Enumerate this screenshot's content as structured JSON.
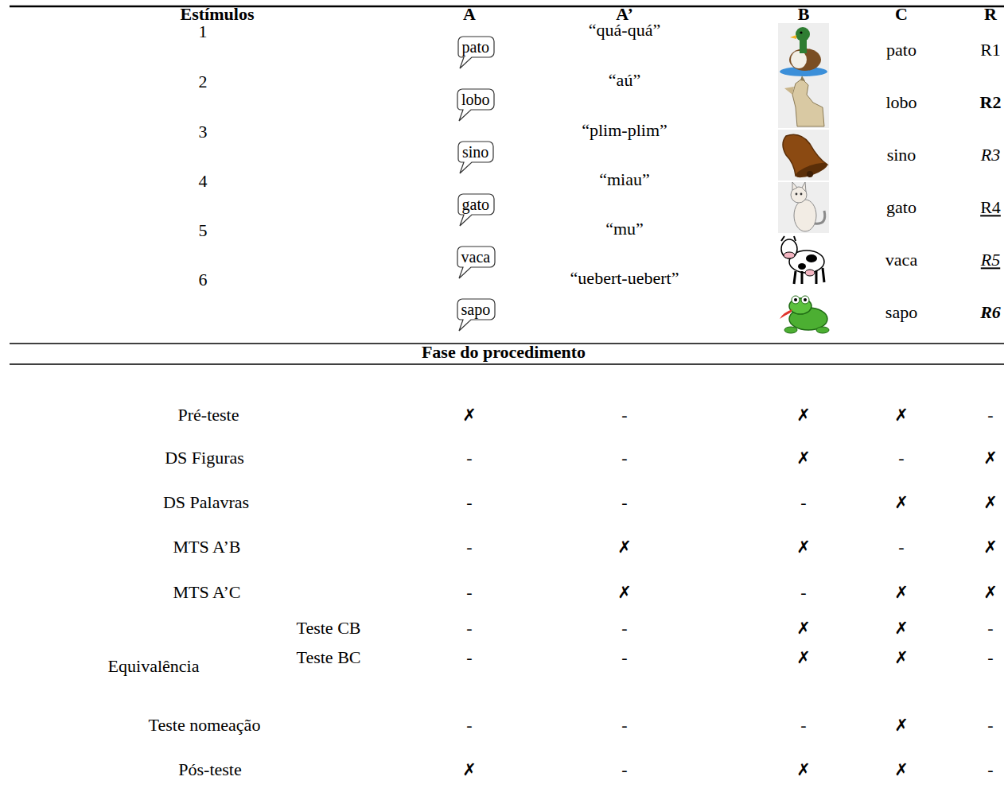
{
  "diagram": {
    "nodes": [
      {
        "text": [
          "pato"
        ]
      },
      {
        "text": [
          "lobo"
        ]
      },
      {
        "text": [
          "sino"
        ]
      },
      {
        "text": [
          "gato"
        ]
      },
      {
        "text": [
          "vaca"
        ]
      },
      {
        "text": [
          "sapo"
        ]
      }
    ],
    "labels": [
      "Estímulos",
      "A",
      "A’",
      "B",
      "C",
      "R",
      "1",
      "“quá-quá”",
      "pato",
      "R1",
      "2",
      "“aú”",
      "lobo",
      "R2",
      "3",
      "“plim-plim”",
      "sino",
      "R3",
      "4",
      "“miau”",
      "gato",
      "R4",
      "5",
      "“mu”",
      "vaca",
      "R5",
      "6",
      "“uebert-uebert”",
      "sapo",
      "R6",
      "Fase do procedimento",
      "Pré-teste",
      "✗",
      "-",
      "✗",
      "✗",
      "-",
      "DS Figuras",
      "-",
      "-",
      "✗",
      "-",
      "✗",
      "DS Palavras",
      "-",
      "-",
      "-",
      "✗",
      "✗",
      "MTS A’B",
      "-",
      "✗",
      "✗",
      "-",
      "✗",
      "MTS A’C",
      "-",
      "✗",
      "-",
      "✗",
      "✗",
      "Equivalência",
      "Teste CB",
      "-",
      "-",
      "✗",
      "✗",
      "-",
      "Teste BC",
      "-",
      "-",
      "✗",
      "✗",
      "-",
      "Teste nomeação",
      "-",
      "-",
      "-",
      "✗",
      "-",
      "Pós-teste",
      "✗",
      "-",
      "✗",
      "✗",
      "-"
    ]
  }
}
